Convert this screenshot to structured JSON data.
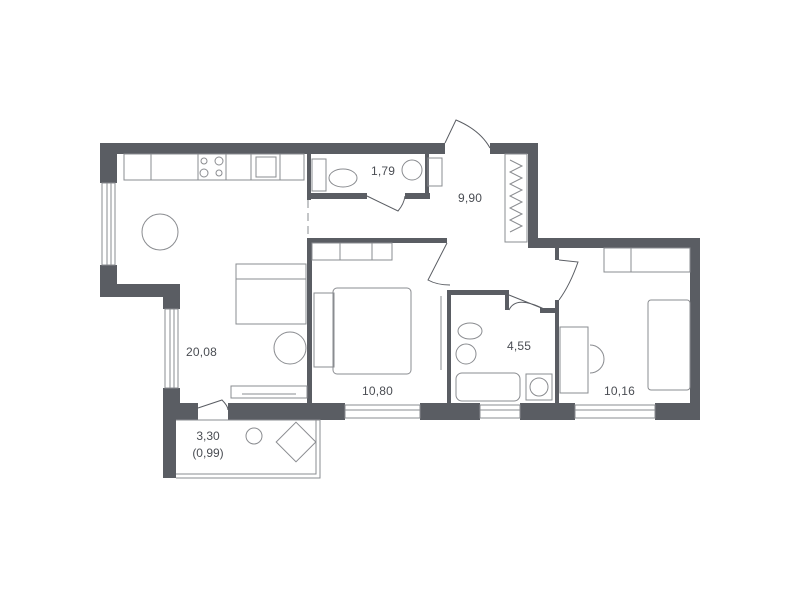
{
  "plan": {
    "wall_color": "#5a5d63",
    "line_color": "#8a8c90",
    "rooms": [
      {
        "id": "living-kitchen",
        "area": "20,08"
      },
      {
        "id": "wc",
        "area": "1,79"
      },
      {
        "id": "hallway",
        "area": "9,90"
      },
      {
        "id": "bedroom-1",
        "area": "10,80"
      },
      {
        "id": "bathroom",
        "area": "4,55"
      },
      {
        "id": "bedroom-2",
        "area": "10,16"
      },
      {
        "id": "balcony",
        "area": "3,30",
        "reduced_area": "(0,99)"
      }
    ]
  }
}
